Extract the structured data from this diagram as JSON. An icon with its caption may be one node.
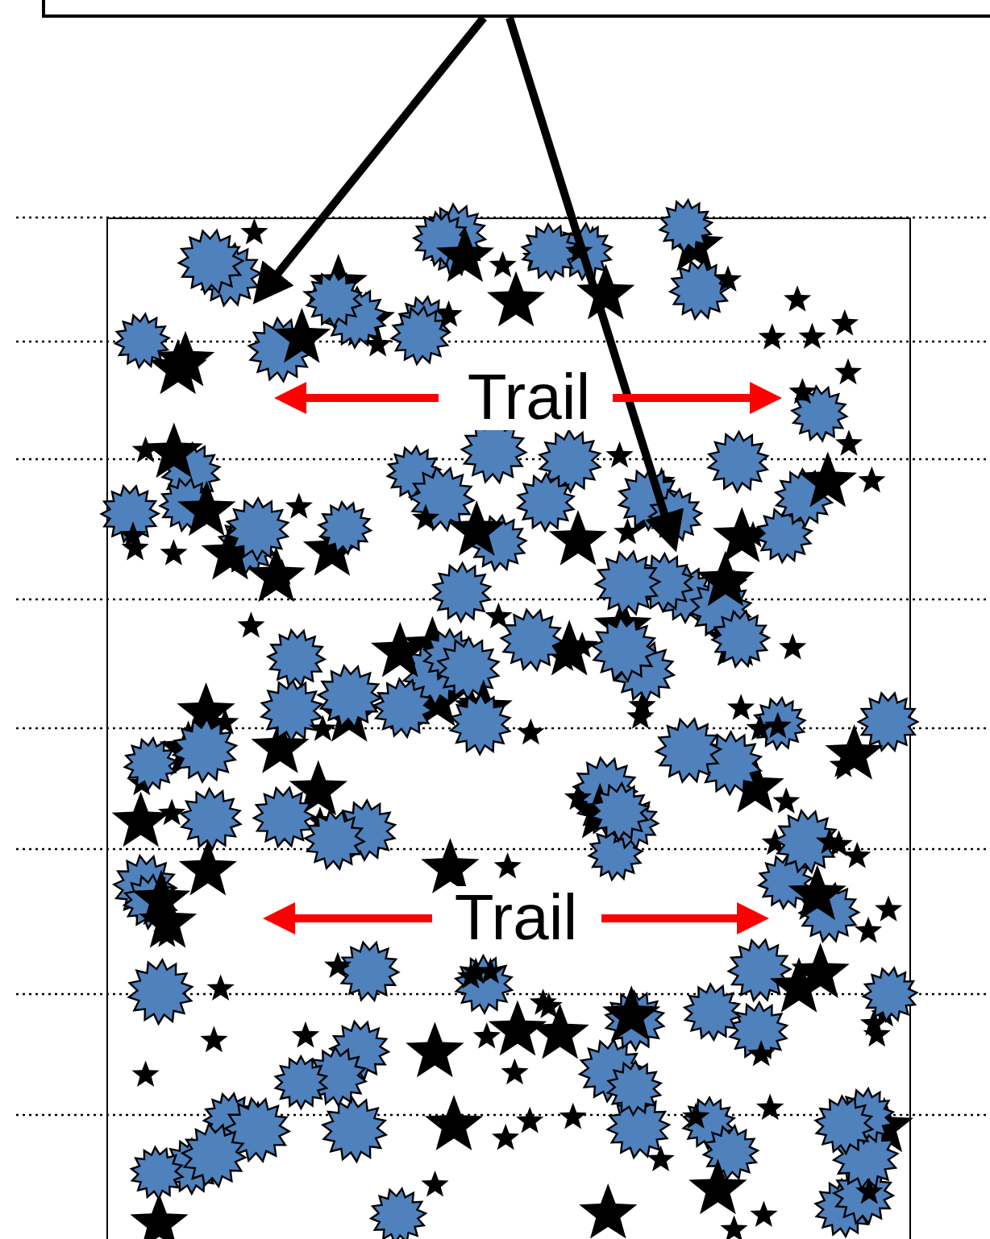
{
  "diagram": {
    "nodes": [
      {
        "text": [],
        "shape": "box"
      },
      {
        "text": [],
        "shape": "box"
      }
    ],
    "edges": [
      {
        "from": 0,
        "to": 1,
        "arrow": "to"
      },
      {
        "from": 0,
        "to": 1,
        "arrow": "to"
      }
    ],
    "labels": [
      "Trail",
      "Trail"
    ]
  }
}
